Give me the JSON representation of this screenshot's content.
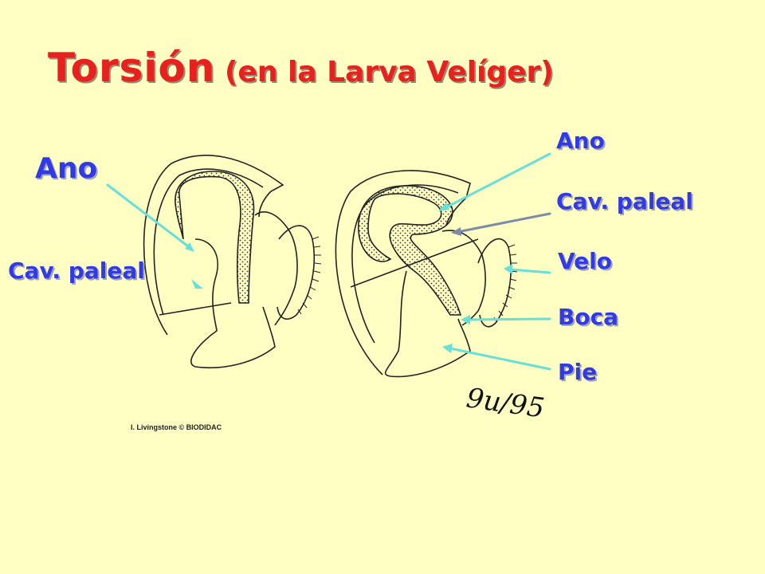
{
  "title": {
    "main": "Torsión",
    "sub": "(en la Larva Velíger)"
  },
  "colors": {
    "background": "#FFFFC4",
    "title": "#E8201E",
    "labels": "#2F3BE6",
    "arrows": "#66E0D8"
  },
  "left_larva": {
    "labels": {
      "ano": "Ano",
      "cav_paleal": "Cav. paleal"
    }
  },
  "right_larva": {
    "labels": {
      "ano": "Ano",
      "cav_paleal": "Cav. paleal",
      "velo": "Velo",
      "boca": "Boca",
      "pie": "Pie"
    }
  },
  "credit": "I. Livingstone © BIODIDAC",
  "signature": "9u/95"
}
